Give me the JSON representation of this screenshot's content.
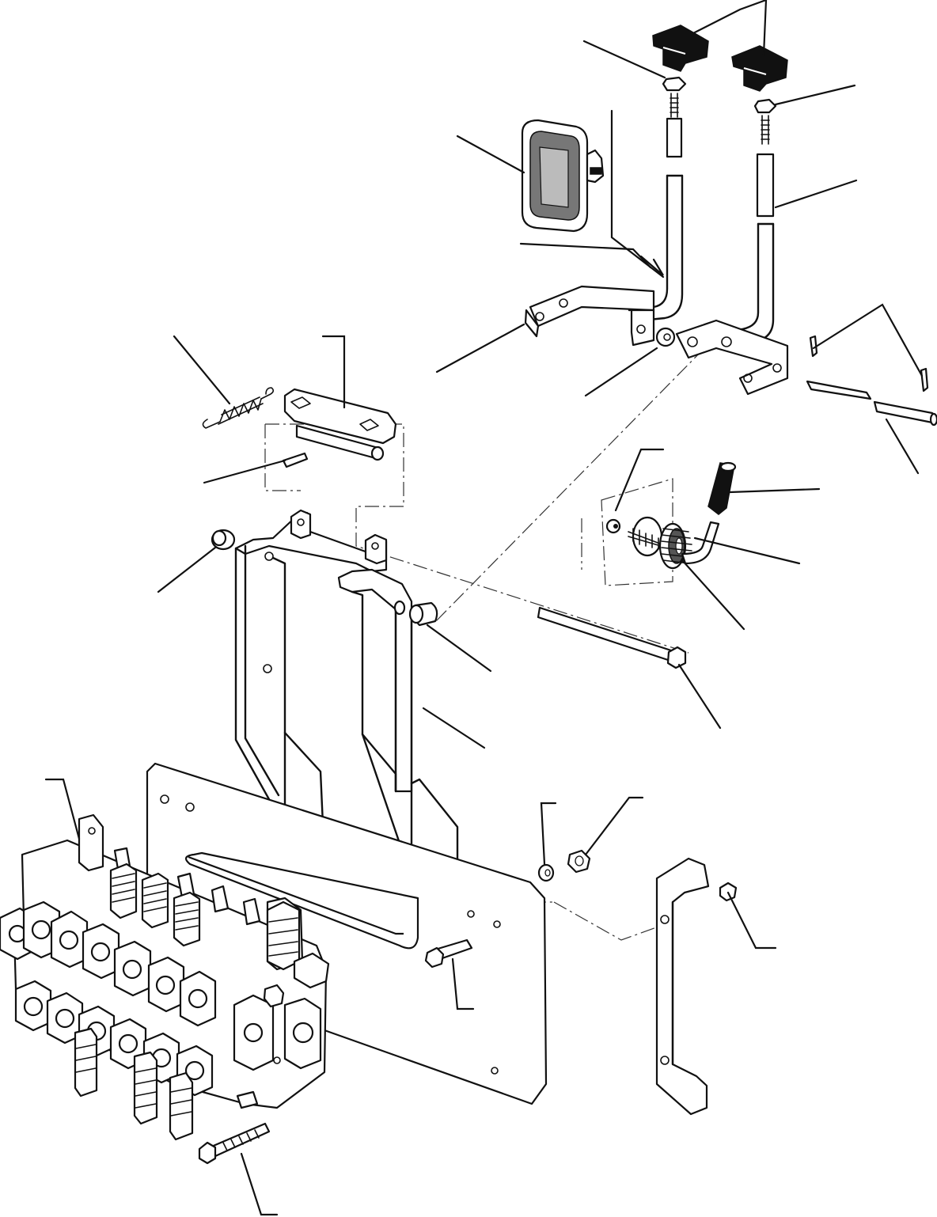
{
  "figure": {
    "parts": [
      {
        "id": "control-knobs",
        "icon": "knob-icon"
      },
      {
        "id": "lock-nut-left",
        "icon": "nut-icon"
      },
      {
        "id": "lock-nut-right",
        "icon": "nut-icon"
      },
      {
        "id": "rubber-boot",
        "icon": "boot-icon"
      },
      {
        "id": "control-lever-left",
        "icon": "lever-icon"
      },
      {
        "id": "control-lever-right",
        "icon": "lever-icon"
      },
      {
        "id": "pivot-pins",
        "icon": "pin-icon"
      },
      {
        "id": "spring",
        "icon": "spring-icon"
      },
      {
        "id": "mounting-plate",
        "icon": "plate-icon"
      },
      {
        "id": "control-valve",
        "icon": "valve-icon"
      },
      {
        "id": "throttle-lever",
        "icon": "throttle-icon"
      }
    ],
    "colors": {
      "ink": "#111111",
      "background": "#ffffff"
    }
  }
}
